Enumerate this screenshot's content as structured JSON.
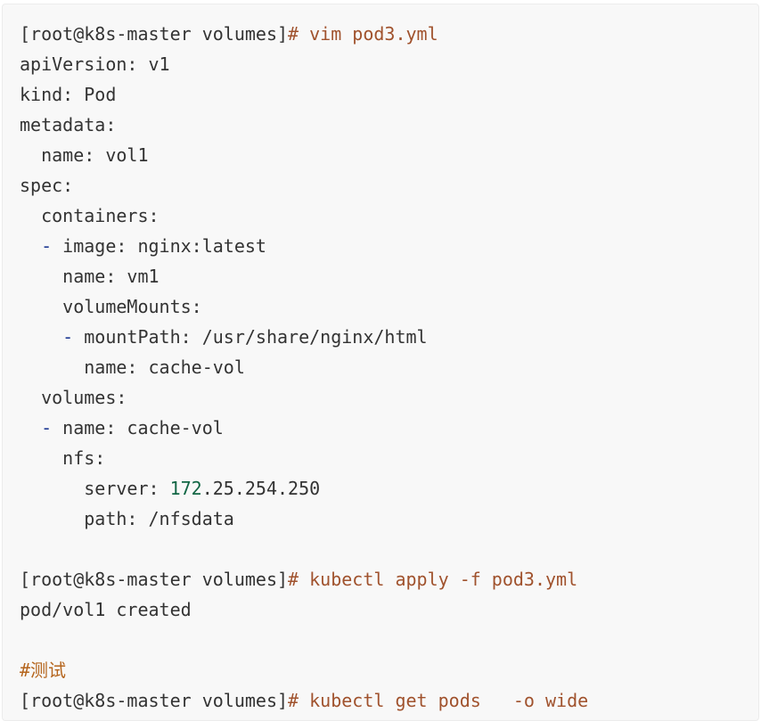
{
  "code_block": {
    "lines": [
      [
        {
          "t": "[root@k8s-master volumes]",
          "c": ""
        },
        {
          "t": "# vim pod3.yml",
          "c": "cmd"
        }
      ],
      [
        {
          "t": "apiVersion: v1",
          "c": ""
        }
      ],
      [
        {
          "t": "kind: Pod",
          "c": ""
        }
      ],
      [
        {
          "t": "metadata:",
          "c": ""
        }
      ],
      [
        {
          "t": "  name: vol1",
          "c": ""
        }
      ],
      [
        {
          "t": "spec:",
          "c": ""
        }
      ],
      [
        {
          "t": "  containers:",
          "c": ""
        }
      ],
      [
        {
          "t": "  ",
          "c": ""
        },
        {
          "t": "-",
          "c": "dash"
        },
        {
          "t": " image: nginx:latest",
          "c": ""
        }
      ],
      [
        {
          "t": "    name: vm1",
          "c": ""
        }
      ],
      [
        {
          "t": "    volumeMounts:",
          "c": ""
        }
      ],
      [
        {
          "t": "    ",
          "c": ""
        },
        {
          "t": "-",
          "c": "dash"
        },
        {
          "t": " mountPath: /usr/share/nginx/html",
          "c": ""
        }
      ],
      [
        {
          "t": "      name: cache-vol",
          "c": ""
        }
      ],
      [
        {
          "t": "  volumes:",
          "c": ""
        }
      ],
      [
        {
          "t": "  ",
          "c": ""
        },
        {
          "t": "-",
          "c": "dash"
        },
        {
          "t": " name: cache-vol",
          "c": ""
        }
      ],
      [
        {
          "t": "    nfs:",
          "c": ""
        }
      ],
      [
        {
          "t": "      server: ",
          "c": ""
        },
        {
          "t": "172",
          "c": "num"
        },
        {
          "t": ".25.254.250",
          "c": ""
        }
      ],
      [
        {
          "t": "      path: /nfsdata",
          "c": ""
        }
      ],
      [],
      [
        {
          "t": "[root@k8s-master volumes]",
          "c": ""
        },
        {
          "t": "# kubectl apply -f pod3.yml",
          "c": "cmd"
        }
      ],
      [
        {
          "t": "pod/vol1 created",
          "c": ""
        }
      ],
      [],
      [
        {
          "t": "#测试",
          "c": "comment"
        }
      ],
      [
        {
          "t": "[root@k8s-master volumes]",
          "c": ""
        },
        {
          "t": "# kubectl get pods   -o wide",
          "c": "cmd"
        }
      ]
    ]
  },
  "colors": {
    "background": "#f8f8f8",
    "text": "#333333",
    "prompt_command": "#a0522d",
    "comment": "#b5651d",
    "list_dash": "#1f3a93",
    "number": "#116644"
  }
}
